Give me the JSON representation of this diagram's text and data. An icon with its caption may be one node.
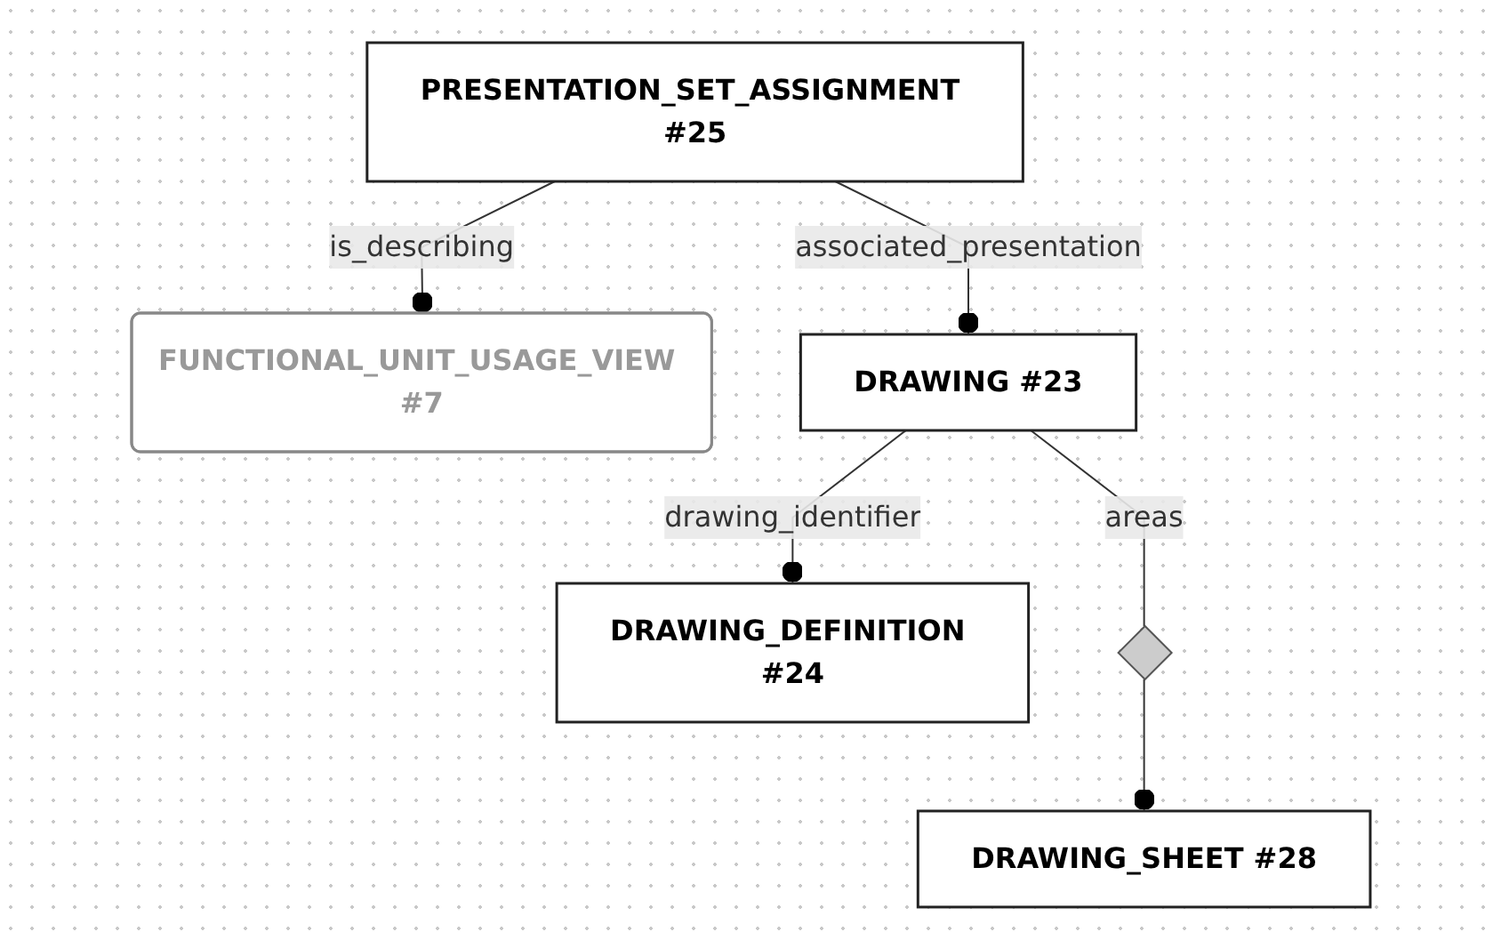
{
  "diagram": {
    "nodes": [
      {
        "text": [
          "DRAWING_SHEET #28"
        ]
      },
      {
        "text": [
          "DRAWING_DEFINITION #24"
        ]
      },
      {
        "text": [
          "FUNCTIONAL_UNIT_USAGE_VIEW #7"
        ]
      },
      {
        "text": [],
        "shape": "diamond"
      },
      {
        "text": [
          "DRAWING #23"
        ]
      },
      {
        "text": [
          "PRESENTATION_SET_ASSIGNMENT #25"
        ]
      }
    ],
    "edges": [
      {
        "from": 4,
        "to": 3,
        "label": "areas",
        "arrow": "none"
      },
      {
        "from": 3,
        "to": 0,
        "arrow": "other"
      },
      {
        "from": 4,
        "to": 1,
        "label": "drawing_identifier",
        "arrow": "other"
      },
      {
        "from": 5,
        "to": 4,
        "label": "associated_presentation",
        "arrow": "other"
      },
      {
        "from": 5,
        "to": 2,
        "label": "is_describing",
        "arrow": "other"
      }
    ]
  }
}
